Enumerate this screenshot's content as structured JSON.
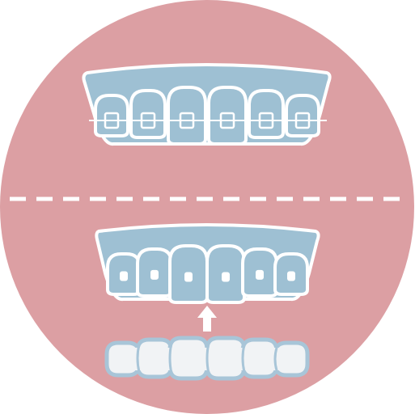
{
  "icon": "braces-vs-clear-aligners-icon",
  "colors": {
    "background_circle": "#dc9fa3",
    "gum_and_teeth_fill": "#9ec0d3",
    "outline": "#ffffff",
    "aligner_fill": "#f1f3f5",
    "aligner_stroke": "#a8c5d8",
    "bracket_fill": "#9ec0d3"
  },
  "panels": [
    {
      "name": "braces",
      "tooth_count": 6,
      "has_brackets": true,
      "has_wire": true
    },
    {
      "name": "aligners",
      "tooth_count": 6,
      "has_attachments": true,
      "has_tray": true
    }
  ]
}
